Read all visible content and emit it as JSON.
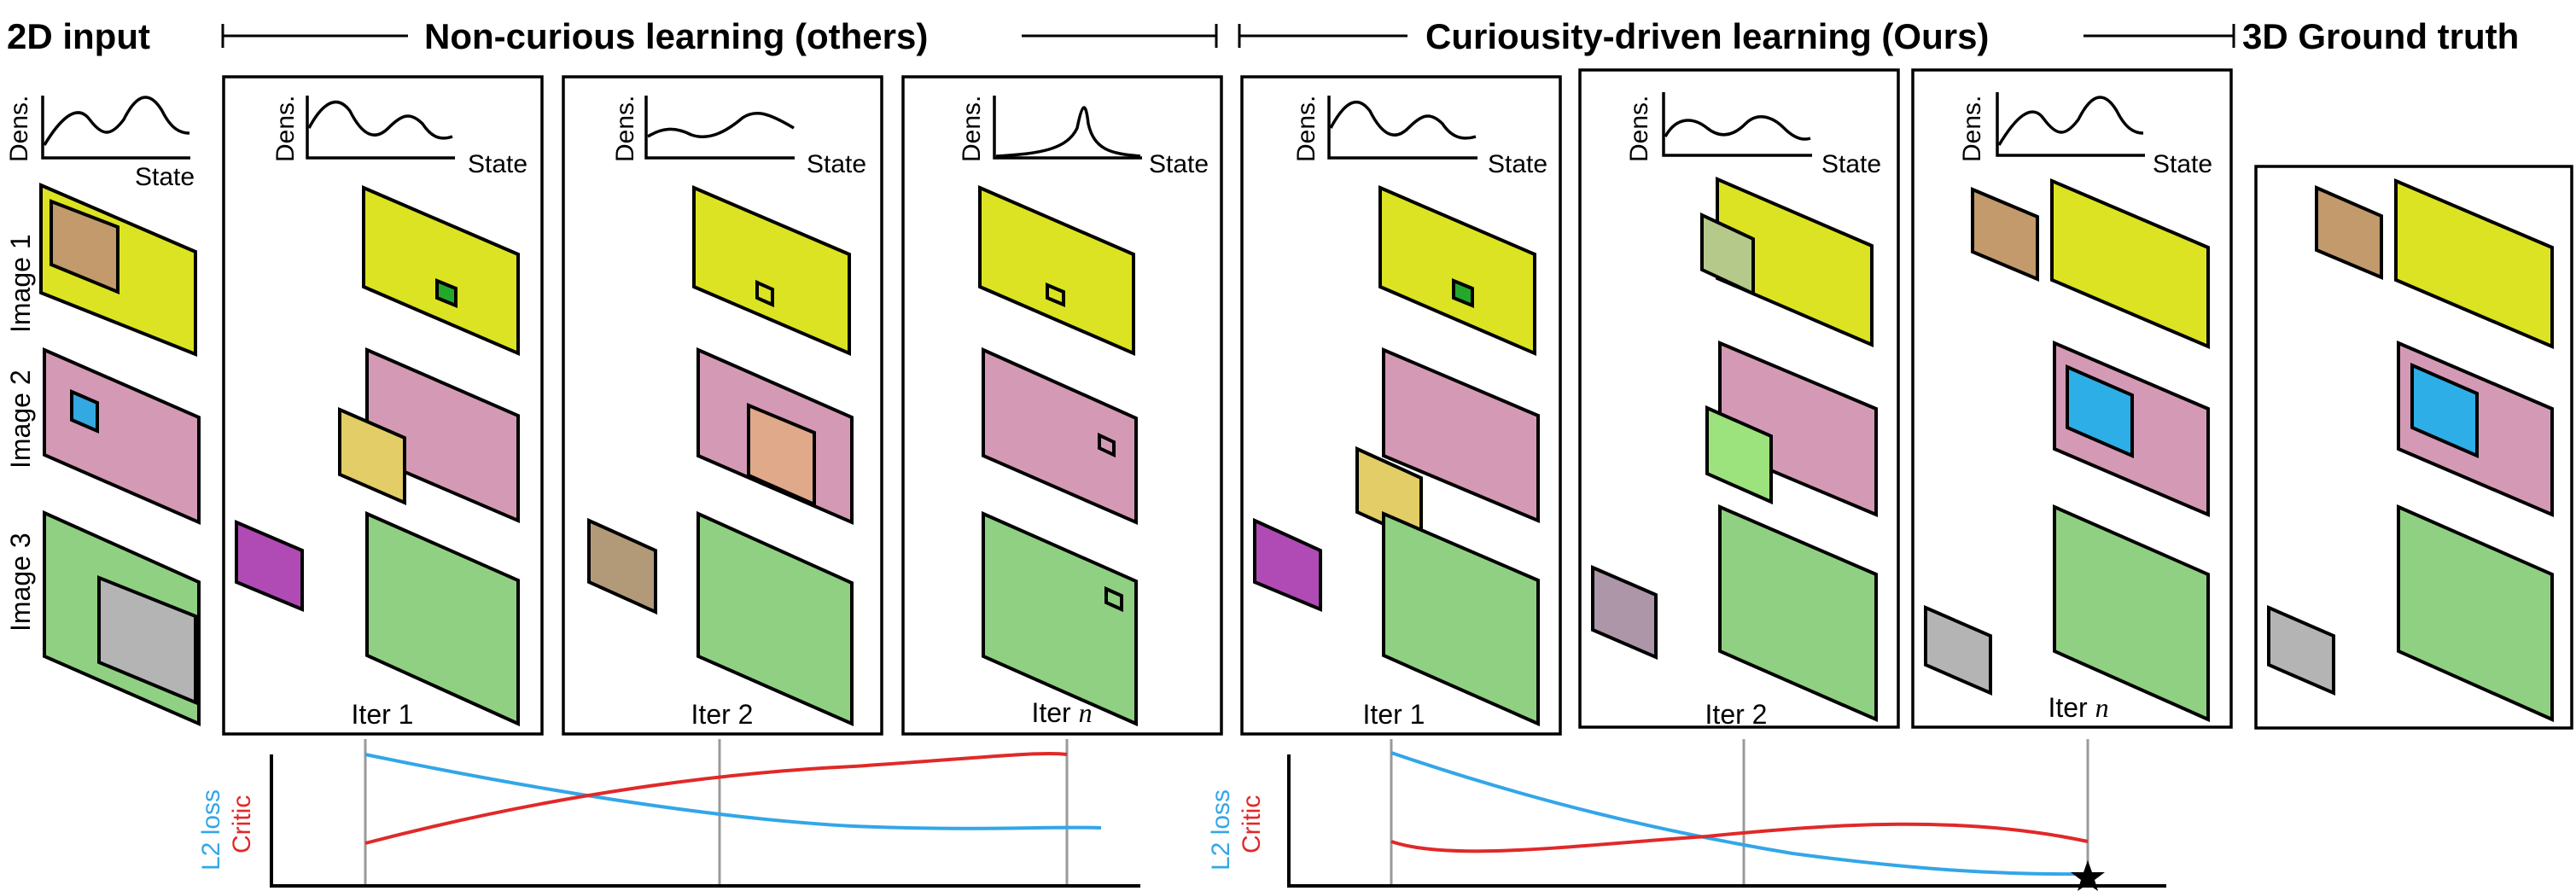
{
  "headers": {
    "input": "2D input",
    "others": "Non-curious learning (others)",
    "ours": "Curiousity-driven learning (Ours)",
    "gt": "3D Ground truth"
  },
  "row_labels": [
    "Image 1",
    "Image 2",
    "Image 3"
  ],
  "density": {
    "y_label": "Dens.",
    "x_label": "State"
  },
  "iterations": {
    "others": [
      {
        "prefix": "Iter ",
        "suffix": "1"
      },
      {
        "prefix": "Iter ",
        "suffix": "2"
      },
      {
        "prefix": "Iter ",
        "suffix": "n"
      }
    ],
    "ours": [
      {
        "prefix": "Iter ",
        "suffix": "1"
      },
      {
        "prefix": "Iter ",
        "suffix": "2"
      },
      {
        "prefix": "Iter ",
        "suffix": "n"
      }
    ]
  },
  "loss_plot": {
    "l2_label": "L2 loss",
    "critic_label": "Critic"
  },
  "colors": {
    "yellow": "#dce322",
    "pink": "#d49ab5",
    "green": "#90d082",
    "l2_loss": "#33a6e8",
    "critic": "#e02929"
  }
}
